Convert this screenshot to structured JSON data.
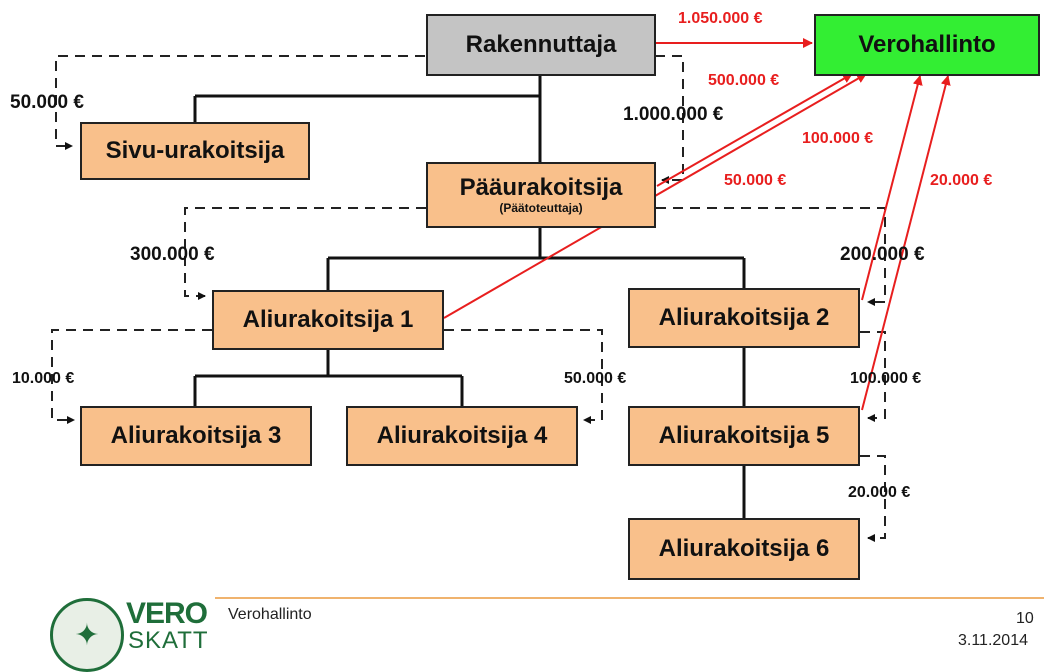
{
  "boxes": {
    "rakennuttaja": "Rakennuttaja",
    "verohallinto": "Verohallinto",
    "sivu": "Sivu-urakoitsija",
    "paa": "Pääurakoitsija",
    "paa_sub": "(Päätoteuttaja)",
    "ali1": "Aliurakoitsija 1",
    "ali2": "Aliurakoitsija 2",
    "ali3": "Aliurakoitsija 3",
    "ali4": "Aliurakoitsija 4",
    "ali5": "Aliurakoitsija 5",
    "ali6": "Aliurakoitsija 6"
  },
  "amounts": {
    "sivu": "50.000 €",
    "paa": "1.000.000 €",
    "ali1": "300.000 €",
    "ali2": "200.000 €",
    "ali3": "10.000 €",
    "ali4": "50.000 €",
    "ali5": "100.000 €",
    "ali6": "20.000 €"
  },
  "reports": {
    "rakennuttaja": "1.050.000 €",
    "paa": "500.000 €",
    "ali2": "100.000 €",
    "ali1": "50.000 €",
    "ali5": "20.000 €"
  },
  "colors": {
    "box_fill": "#f9c08b",
    "client_fill": "#c4c4c4",
    "tax_fill": "#33ee33",
    "report_arrow": "#e81e1e"
  },
  "footer": {
    "org": "Verohallinto",
    "page": "10",
    "date": "3.11.2014",
    "logo_top": "VERO",
    "logo_bottom": "SKATT"
  }
}
